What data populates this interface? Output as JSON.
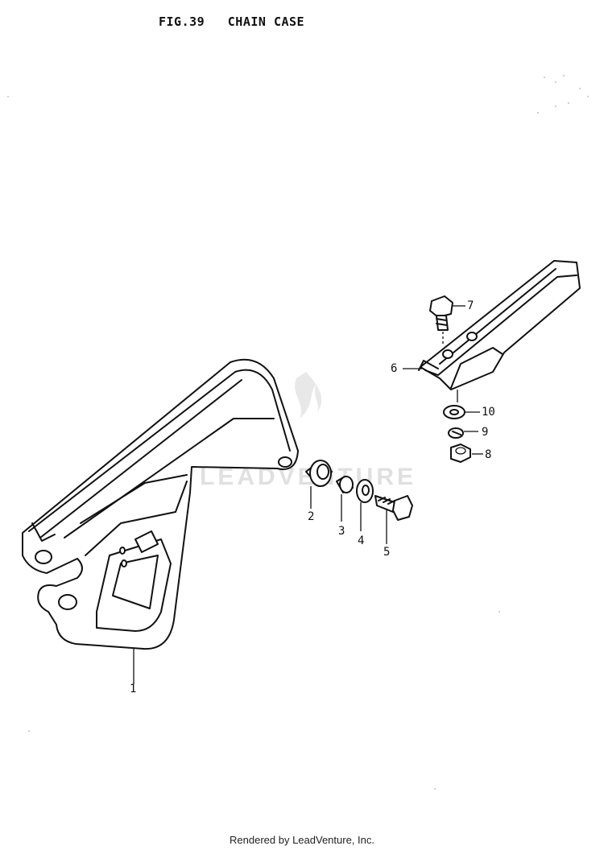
{
  "figure": {
    "title": "FIG.39   CHAIN CASE"
  },
  "parts": [
    {
      "callout": "1",
      "name": "chain case"
    },
    {
      "callout": "2",
      "name": "grommet"
    },
    {
      "callout": "3",
      "name": "collar"
    },
    {
      "callout": "4",
      "name": "washer"
    },
    {
      "callout": "5",
      "name": "bolt"
    },
    {
      "callout": "6",
      "name": "chain guide"
    },
    {
      "callout": "7",
      "name": "bolt"
    },
    {
      "callout": "8",
      "name": "nut"
    },
    {
      "callout": "9",
      "name": "lock washer"
    },
    {
      "callout": "10",
      "name": "washer"
    }
  ],
  "watermark": {
    "text": "LEADVENTURE"
  },
  "footer": {
    "text": "Rendered by LeadVenture, Inc."
  },
  "colors": {
    "line": "#111111",
    "background": "#ffffff",
    "watermark": "#c8c8c8"
  }
}
